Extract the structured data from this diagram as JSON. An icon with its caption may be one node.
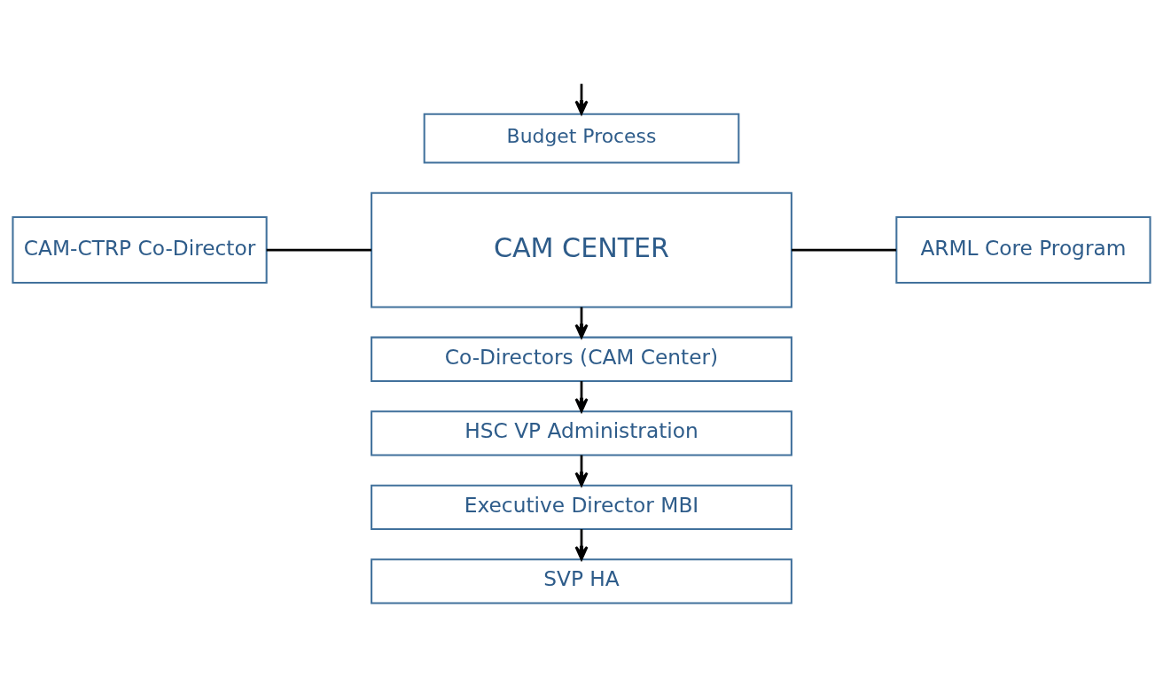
{
  "diagram": {
    "nodes": [
      {
        "text": [
          "Budget Process"
        ]
      },
      {
        "text": [
          "CAM-CTRP Co-Director"
        ]
      },
      {
        "text": [
          "CAM CENTER"
        ]
      },
      {
        "text": [
          "ARML Core Program"
        ]
      },
      {
        "text": [
          "Co-Directors (CAM Center)"
        ]
      },
      {
        "text": [
          "HSC VP Administration"
        ]
      },
      {
        "text": [
          "Executive Director MBI"
        ]
      },
      {
        "text": [
          "SVP HA"
        ]
      }
    ],
    "edges": [
      {
        "from": null,
        "to": 0,
        "arrow": "to"
      },
      {
        "from": 1,
        "to": 2,
        "arrow": "none"
      },
      {
        "from": 2,
        "to": 3,
        "arrow": "none"
      },
      {
        "from": 2,
        "to": 4,
        "arrow": "to"
      },
      {
        "from": 4,
        "to": 5,
        "arrow": "to"
      },
      {
        "from": 5,
        "to": 6,
        "arrow": "to"
      },
      {
        "from": 6,
        "to": 7,
        "arrow": "to"
      }
    ]
  }
}
